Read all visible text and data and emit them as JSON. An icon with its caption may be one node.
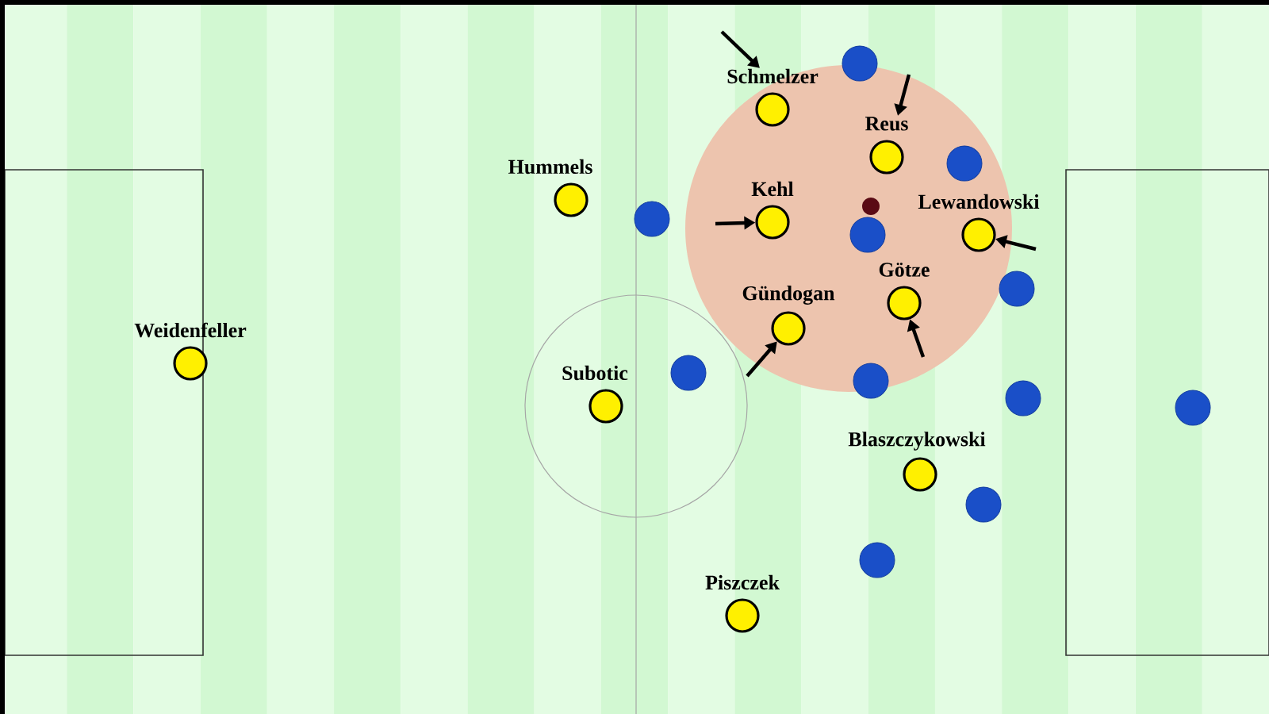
{
  "diagram": {
    "nodes": [
      {
        "text": [
          "Weidenfeller"
        ]
      },
      {
        "text": [
          "Hummels"
        ]
      },
      {
        "text": [
          "Subotic"
        ]
      },
      {
        "text": [
          "Schmelzer"
        ]
      },
      {
        "text": [
          "Reus"
        ]
      },
      {
        "text": [
          "Kehl"
        ]
      },
      {
        "text": [
          "Lewandowski"
        ]
      },
      {
        "text": [
          "Götze"
        ]
      },
      {
        "text": [
          "Gündogan"
        ]
      },
      {
        "text": [
          "Blaszczykowski"
        ]
      },
      {
        "text": [
          "Piszczek"
        ]
      },
      {
        "text": [],
        "shape": "circle"
      },
      {
        "text": [],
        "shape": "circle"
      },
      {
        "text": [],
        "shape": "circle"
      },
      {
        "text": [],
        "shape": "circle"
      },
      {
        "text": [],
        "shape": "circle"
      },
      {
        "text": [],
        "shape": "circle"
      },
      {
        "text": [],
        "shape": "circle"
      },
      {
        "text": [],
        "shape": "circle"
      },
      {
        "text": [],
        "shape": "circle"
      },
      {
        "text": [],
        "shape": "circle"
      },
      {
        "text": [],
        "shape": "circle"
      },
      {
        "text": [],
        "shape": "circle"
      }
    ],
    "edges": [
      {
        "from": null,
        "to": 3,
        "arrow": "to"
      },
      {
        "from": null,
        "to": 4,
        "arrow": "to"
      },
      {
        "from": null,
        "to": 5,
        "arrow": "to"
      },
      {
        "from": null,
        "to": 6,
        "arrow": "to"
      },
      {
        "from": null,
        "to": 7,
        "arrow": "to"
      },
      {
        "from": null,
        "to": 8,
        "arrow": "to"
      }
    ]
  }
}
